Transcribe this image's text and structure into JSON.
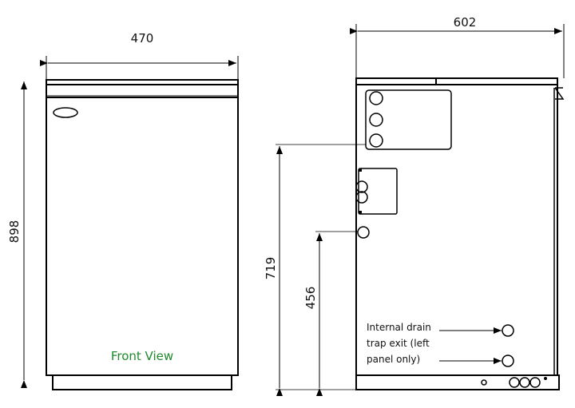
{
  "front_view": {
    "label": "Front View",
    "label_color": "#1f8a2e",
    "width_dim": "470",
    "height_dim": "898"
  },
  "side_view": {
    "depth_dim": "602",
    "flue_height_dim": "719",
    "connection_height_dim": "456",
    "drain_note": [
      "Internal drain",
      "trap exit (left",
      "panel only)"
    ]
  }
}
